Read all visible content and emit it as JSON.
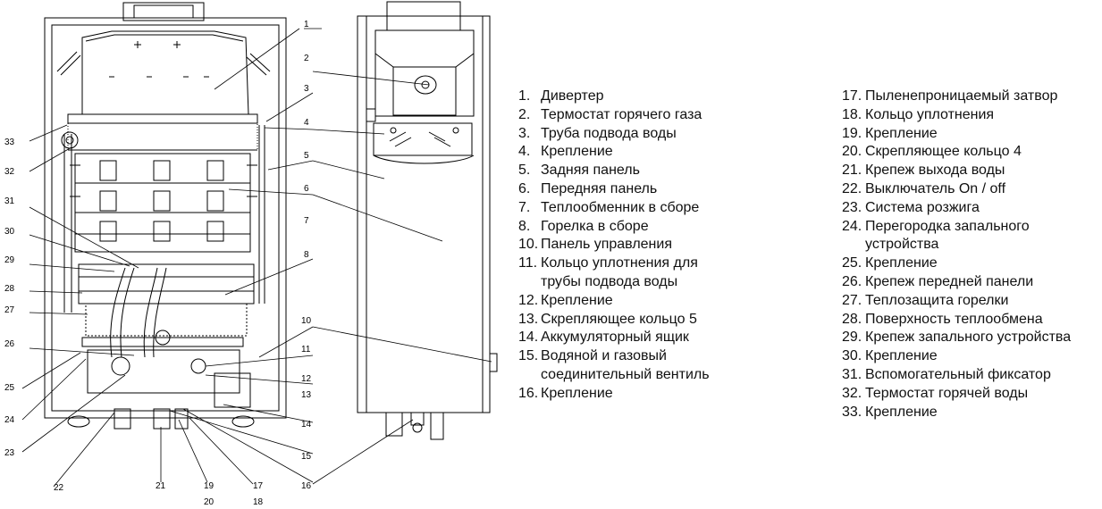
{
  "callouts": {
    "c1": "1",
    "c2": "2",
    "c3": "3",
    "c4": "4",
    "c5": "5",
    "c6": "6",
    "c7": "7",
    "c8": "8",
    "c10": "10",
    "c11": "11",
    "c12": "12",
    "c13": "13",
    "c14": "14",
    "c15": "15",
    "c16": "16",
    "c17": "17",
    "c18": "18",
    "c19": "19",
    "c20": "20",
    "c21": "21",
    "c22": "22",
    "c23": "23",
    "c24": "24",
    "c25": "25",
    "c26": "26",
    "c27": "27",
    "c28": "28",
    "c29": "29",
    "c30": "30",
    "c31": "31",
    "c32": "32",
    "c33": "33"
  },
  "legend_left": [
    {
      "num": "1.",
      "text": "Дивертер"
    },
    {
      "num": "2.",
      "text": "Термостат горячего газа"
    },
    {
      "num": "3.",
      "text": "Труба подвода воды"
    },
    {
      "num": "4.",
      "text": "Крепление"
    },
    {
      "num": "5.",
      "text": "Задняя панель"
    },
    {
      "num": "6.",
      "text": "Передняя панель"
    },
    {
      "num": "7.",
      "text": "Теплообменник в сборе"
    },
    {
      "num": "8.",
      "text": "Горелка в сборе"
    },
    {
      "num": "10.",
      "text": "Панель управления"
    },
    {
      "num": "11.",
      "text": "Кольцо уплотнения для"
    },
    {
      "num": "",
      "text": "трубы подвода воды"
    },
    {
      "num": "12.",
      "text": "Крепление"
    },
    {
      "num": "13.",
      "text": "Скрепляющее кольцо 5"
    },
    {
      "num": "14.",
      "text": "Аккумуляторный ящик"
    },
    {
      "num": "15.",
      "text": "Водяной и газовый"
    },
    {
      "num": "",
      "text": "соединительный вентиль"
    },
    {
      "num": "16.",
      "text": "Крепление"
    }
  ],
  "legend_right": [
    {
      "num": "17.",
      "text": "Пыленепроницаемый затвор"
    },
    {
      "num": "18.",
      "text": "Кольцо уплотнения"
    },
    {
      "num": "19.",
      "text": "Крепление"
    },
    {
      "num": "20.",
      "text": "Скрепляющее кольцо 4"
    },
    {
      "num": "21.",
      "text": "Крепеж выхода воды"
    },
    {
      "num": "22.",
      "text": "Выключатель On / off"
    },
    {
      "num": "23.",
      "text": "Система розжига"
    },
    {
      "num": "24.",
      "text": "Перегородка запального"
    },
    {
      "num": "",
      "text": "устройства"
    },
    {
      "num": "25.",
      "text": "Крепление"
    },
    {
      "num": "26.",
      "text": "Крепеж передней панели"
    },
    {
      "num": "27.",
      "text": "Теплозащита горелки"
    },
    {
      "num": "28.",
      "text": "Поверхность теплообмена"
    },
    {
      "num": "29.",
      "text": "Крепеж запального устройства"
    },
    {
      "num": "30.",
      "text": "Крепление"
    },
    {
      "num": "31.",
      "text": "Вспомогательный фиксатор"
    },
    {
      "num": "32.",
      "text": "Термостат горячей воды"
    },
    {
      "num": "33.",
      "text": "Крепление"
    }
  ]
}
